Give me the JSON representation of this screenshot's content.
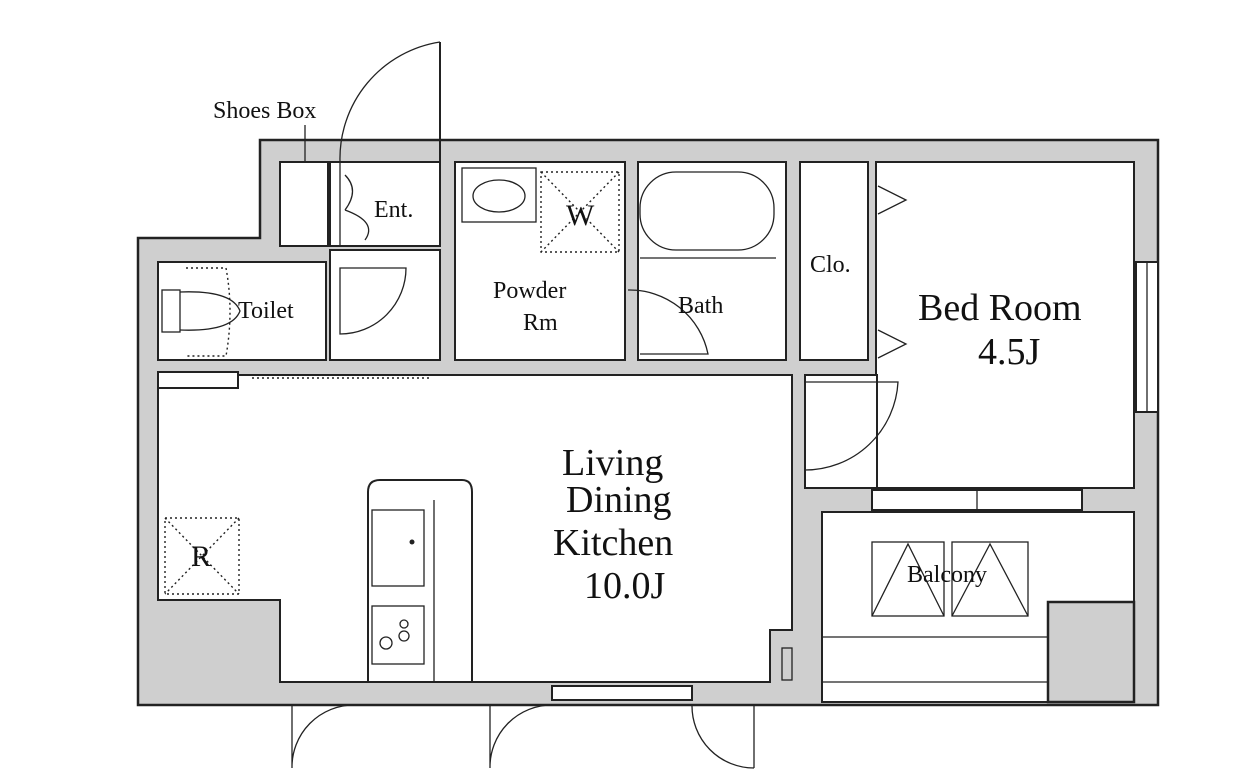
{
  "labels": {
    "shoes_box": "Shoes Box",
    "entrance": "Ent.",
    "washer": "W",
    "powder_line1": "Powder",
    "powder_line2": "Rm",
    "bath": "Bath",
    "closet": "Clo.",
    "toilet": "Toilet",
    "bedroom_line1": "Bed Room",
    "bedroom_line2": "4.5J",
    "ldk_line1": "Living",
    "ldk_line2": "Dining",
    "ldk_line3": "Kitchen",
    "ldk_line4": "10.0J",
    "refrigerator": "R",
    "balcony": "Balcony"
  }
}
